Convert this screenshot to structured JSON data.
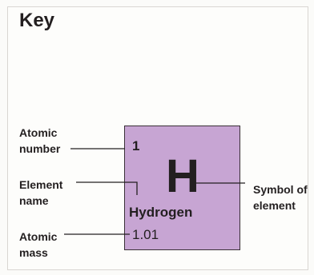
{
  "title": "Key",
  "element": {
    "atomic_number": "1",
    "symbol": "H",
    "name": "Hydrogen",
    "atomic_mass": "1.01"
  },
  "labels": {
    "atomic_number": [
      "Atomic",
      "number"
    ],
    "element_name": [
      "Element",
      "name"
    ],
    "atomic_mass": [
      "Atomic",
      "mass"
    ],
    "symbol": [
      "Symbol of",
      "element"
    ]
  },
  "colors": {
    "tile_fill": "#c7a5d3",
    "text": "#231f20",
    "leader_line": "#231f20"
  }
}
